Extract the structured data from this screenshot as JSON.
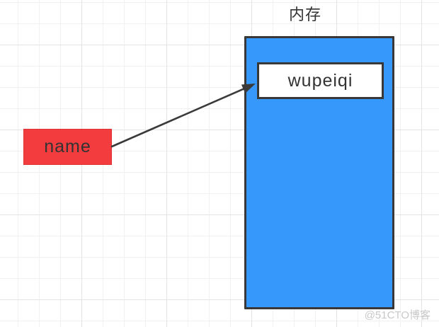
{
  "diagram": {
    "title": "内存",
    "memory": {
      "value": "wupeiqi"
    },
    "variable": {
      "label": "name"
    }
  },
  "watermark": {
    "text": "@51CTO博客"
  },
  "colors": {
    "memory_fill": "#3598fa",
    "variable_fill": "#f23c3e",
    "shape_border": "#383838",
    "arrow": "#3a3a3a",
    "text": "#333333",
    "watermark_text": "#c8c8c8",
    "grid_minor": "#f1f1f1",
    "grid_major": "#e4e4e4"
  }
}
